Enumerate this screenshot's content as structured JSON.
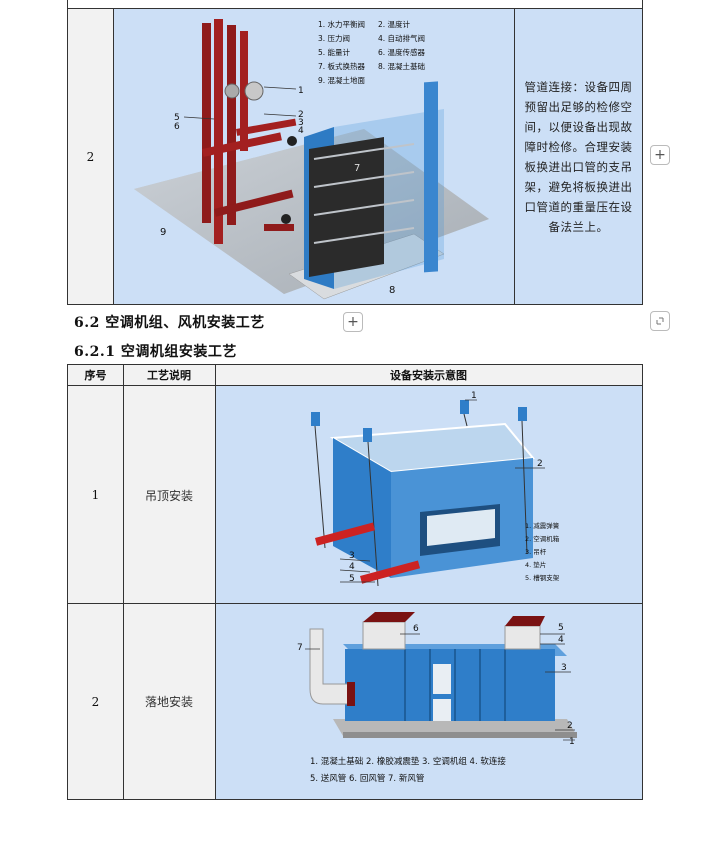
{
  "top_table": {
    "row_number": "2",
    "legend": [
      "1. 水力平衡阀",
      "2. 温度计",
      "3. 压力阀",
      "4. 自动排气阀",
      "5. 能量计",
      "6. 温度传感器",
      "7. 板式换热器",
      "8. 混凝土基础",
      "9. 混凝土地面"
    ],
    "callouts": [
      "1",
      "2",
      "3",
      "4",
      "5",
      "6",
      "7",
      "8",
      "9"
    ],
    "description": "管道连接：设备四周预留出足够的检修空间，以便设备出现故障时检修。合理安装板换进出口管的支吊架，避免将板换进出口管道的重量压在设备法兰上。"
  },
  "toolbar": {
    "plus_symbol": "+"
  },
  "heading_62": "6.2 空调机组、风机安装工艺",
  "heading_621": "6.2.1 空调机组安装工艺",
  "bottom_table": {
    "headers": [
      "序号",
      "工艺说明",
      "设备安装示意图"
    ],
    "rows": [
      {
        "number": "1",
        "process": "吊顶安装",
        "legend": [
          "1. 减震弹簧",
          "2. 空调机箱",
          "3. 吊杆",
          "4. 垫片",
          "5. 槽钢支架"
        ],
        "callouts": [
          "1",
          "2",
          "3",
          "4",
          "5"
        ]
      },
      {
        "number": "2",
        "process": "落地安装",
        "legend_line1": "1. 混凝土基础   2. 橡胶减震垫   3. 空调机组   4. 软连接",
        "legend_line2": "5. 送风管   6. 回风管   7. 新风管",
        "callouts": [
          "1",
          "2",
          "3",
          "4",
          "5",
          "6",
          "7"
        ]
      }
    ]
  }
}
